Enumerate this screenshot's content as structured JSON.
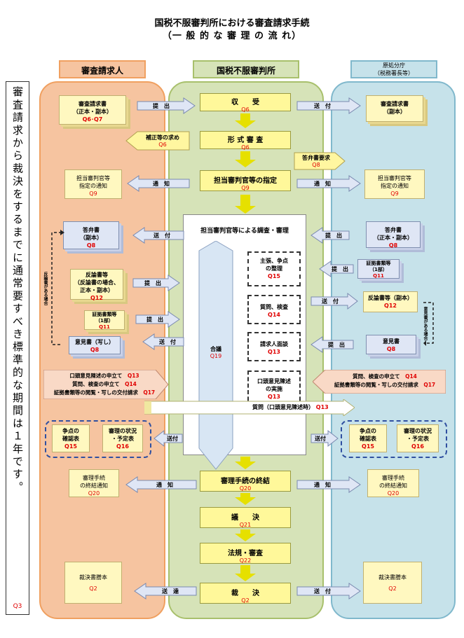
{
  "title": {
    "line1": "国税不服審判所における審査請求手続",
    "line2": "（一 般 的 な 審 理 の 流 れ）"
  },
  "side_note": {
    "text": "審査請求から裁決をするまでに通常要すべき標準的な期間は１年です。",
    "ref": "Q3"
  },
  "columns": {
    "left": {
      "header": "審査請求人"
    },
    "middle": {
      "header": "国税不服審判所"
    },
    "right": {
      "header_line1": "原処分庁",
      "header_line2": "（税務署長等）"
    }
  },
  "center_steps": {
    "receive": {
      "label": "収　　受",
      "ref": "Q6"
    },
    "formal": {
      "label": "形 式 審 査",
      "ref": "Q6"
    },
    "assign": {
      "label": "担当審判官等の指定",
      "ref": "Q9"
    },
    "investigation": {
      "label": "担当審判官等による調査・審理"
    },
    "end": {
      "label": "審理手続の終結",
      "ref": "Q20"
    },
    "resolution": {
      "label": "議　　決",
      "ref": "Q21"
    },
    "legal": {
      "label": "法規・審査",
      "ref": "Q22"
    },
    "decision": {
      "label": "裁　　決",
      "ref": "Q2"
    }
  },
  "sub_boxes": {
    "issues": {
      "line1": "主張、争点",
      "line2": "の整理",
      "ref": "Q15"
    },
    "question": {
      "line1": "質問、検査",
      "ref": "Q14"
    },
    "interview": {
      "line1": "請求人面談",
      "ref": "Q13"
    },
    "oral": {
      "line1": "口頭意見陳述",
      "line2": "の実施",
      "ref": "Q13"
    },
    "council": {
      "line1": "合議",
      "ref": "Q19"
    }
  },
  "left_items": {
    "request": {
      "line1": "審査請求書",
      "line2": "（正本・副本）",
      "ref": "Q6･Q7"
    },
    "correction": {
      "line1": "補正等の求め",
      "ref": "Q6"
    },
    "assign_notice": {
      "line1": "担当審判官等",
      "line2": "指定の通知",
      "ref": "Q9"
    },
    "answer": {
      "line1": "答弁書",
      "line2": "（副本）",
      "ref": "Q8"
    },
    "rebuttal": {
      "line1": "反論書等",
      "line2": "（反論書の場合、",
      "line3": "正本・副本）",
      "ref": "Q12"
    },
    "evidence": {
      "line1": "証拠書類等",
      "line2": "（1部）",
      "ref": "Q11"
    },
    "opinion": {
      "line1": "意見書（写し）",
      "ref": "Q8"
    },
    "if_rebuttal": "反論書がある場合",
    "request_list": [
      {
        "text": "口頭意見陳述の申立て",
        "ref": "Q13"
      },
      {
        "text": "質問、検査の申立て",
        "ref": "Q14"
      },
      {
        "text": "証拠書類等の閲覧・写しの交付請求",
        "ref": "Q17"
      }
    ],
    "issue_table": {
      "line1": "争点の",
      "line2": "確認表",
      "ref": "Q15"
    },
    "schedule": {
      "line1": "審理の状況",
      "line2": "・予定表",
      "ref": "Q16"
    },
    "end_notice": {
      "line1": "審理手続",
      "line2": "の終結通知",
      "ref": "Q20"
    },
    "copy": {
      "line1": "裁決書謄本",
      "ref": "Q2"
    }
  },
  "right_items": {
    "request": {
      "line1": "審査請求書",
      "line2": "（副本）"
    },
    "answer_request": {
      "line1": "答弁書要求",
      "ref": "Q8"
    },
    "assign_notice": {
      "line1": "担当審判官等",
      "line2": "指定の通知",
      "ref": "Q9"
    },
    "answer": {
      "line1": "答弁書",
      "line2": "（正本・副本）",
      "ref": "Q8"
    },
    "evidence": {
      "line1": "証拠書類等",
      "line2": "（1部）",
      "ref": "Q11"
    },
    "rebuttal": {
      "line1": "反論書等（副本）",
      "ref": "Q12"
    },
    "opinion": {
      "line1": "意見書",
      "ref": "Q8"
    },
    "if_opinion": "意見書がある場合",
    "request_list": [
      {
        "text": "質問、検査の申立て",
        "ref": "Q14"
      },
      {
        "text": "証拠書類等の閲覧・写しの交付請求",
        "ref": "Q17"
      }
    ],
    "oral_question": {
      "text": "質問（口頭意見陳述時）",
      "ref": "Q13"
    },
    "issue_table": {
      "line1": "争点の",
      "line2": "確認表",
      "ref": "Q15"
    },
    "schedule": {
      "line1": "審理の状況",
      "line2": "・予定表",
      "ref": "Q16"
    },
    "end_notice": {
      "line1": "審理手続",
      "line2": "の終結通知",
      "ref": "Q20"
    },
    "copy": {
      "line1": "裁決書謄本",
      "ref": "Q2"
    }
  },
  "arrows": {
    "submit": "提　出",
    "send": "送　付",
    "notice": "通　知",
    "deliver": "送　達",
    "send_short": "送付",
    "submit2": "提 出"
  }
}
